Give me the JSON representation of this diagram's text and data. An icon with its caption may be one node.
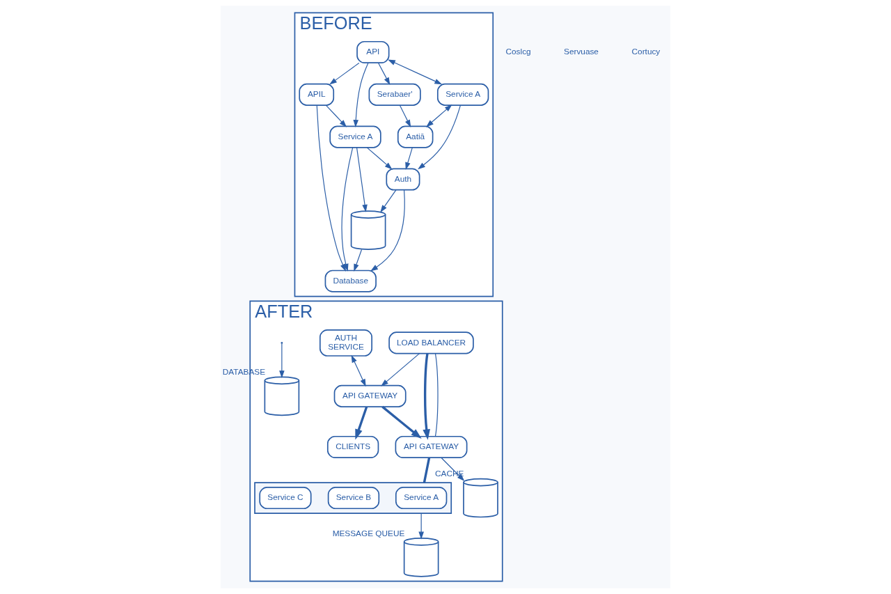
{
  "diagram": {
    "nodes": [
      {
        "text": [
          "BEFORE"
        ]
      },
      {
        "text": [
          "API"
        ],
        "in": 0
      },
      {
        "text": [
          "APIL"
        ],
        "in": 0
      },
      {
        "text": [
          "Database"
        ],
        "in": 0
      },
      {
        "text": [
          "Serabaer'"
        ],
        "in": 0
      },
      {
        "text": [
          "Service A"
        ],
        "in": 0
      },
      {
        "text": [
          "Service A"
        ],
        "in": 0
      },
      {
        "text": [
          "Aatiā"
        ],
        "in": 0
      },
      {
        "text": [
          "Auth"
        ],
        "in": 0
      },
      {
        "text": [],
        "shape": "cylinder",
        "in": 0
      },
      {
        "text": [
          "AFTER"
        ]
      },
      {
        "text": [
          "CLIENTS"
        ],
        "in": 10
      },
      {
        "text": [
          "API GATEWAY"
        ],
        "in": 10
      },
      {
        "text": [
          "LOAD BALANCER"
        ],
        "in": 10
      },
      {
        "text": [
          "API GATEWAY"
        ],
        "in": 10
      },
      {
        "text": [
          "AUTH",
          "SERVICE"
        ],
        "in": 10
      },
      {
        "text": [],
        "shape": "box",
        "in": 10
      },
      {
        "text": [
          "Service A"
        ],
        "in": 16
      },
      {
        "text": [
          "Service B"
        ],
        "in": 16
      },
      {
        "text": [
          "Service C"
        ],
        "in": 16
      },
      {
        "text": [],
        "shape": "cylinder",
        "beside": [
          "DATABASE"
        ],
        "in": 10
      },
      {
        "text": [],
        "shape": "cylinder",
        "beside": [
          "CACHE"
        ],
        "in": 10
      },
      {
        "text": [],
        "shape": "cylinder",
        "beside": [
          "MESSAGE QUEUE"
        ],
        "in": 10
      }
    ],
    "edges": [
      {
        "from": 1,
        "to": 2,
        "arrow": "to"
      },
      {
        "from": 2,
        "to": 3,
        "arrow": "to"
      },
      {
        "from": 1,
        "to": 4,
        "arrow": "to"
      },
      {
        "from": 1,
        "to": 5,
        "arrow": "both"
      },
      {
        "from": 1,
        "to": 6,
        "arrow": "to"
      },
      {
        "from": 2,
        "to": 6,
        "arrow": "to"
      },
      {
        "from": 6,
        "to": 3,
        "arrow": "to"
      },
      {
        "from": 5,
        "to": 7,
        "arrow": "both"
      },
      {
        "from": 4,
        "to": 7,
        "arrow": "to"
      },
      {
        "from": 7,
        "to": 8,
        "arrow": "to"
      },
      {
        "from": 6,
        "to": 8,
        "arrow": "to"
      },
      {
        "from": 5,
        "to": 8,
        "arrow": "to"
      },
      {
        "from": 8,
        "to": 9,
        "arrow": "to"
      },
      {
        "from": 6,
        "to": 9,
        "arrow": "to"
      },
      {
        "from": 9,
        "to": 3,
        "arrow": "to"
      },
      {
        "from": 8,
        "to": 3,
        "arrow": "to"
      },
      {
        "from": 12,
        "to": 11,
        "arrow": "to",
        "style": "thick"
      },
      {
        "from": 12,
        "to": 14,
        "arrow": "to",
        "style": "thick"
      },
      {
        "from": 13,
        "to": 14,
        "arrow": "to",
        "style": "thick"
      },
      {
        "from": 13,
        "to": 12,
        "arrow": "to"
      },
      {
        "from": 13,
        "to": 14,
        "arrow": "none"
      },
      {
        "from": 15,
        "to": 12,
        "arrow": "both"
      },
      {
        "from": 14,
        "to": 16,
        "arrow": "none",
        "style": "thick"
      },
      {
        "from": null,
        "to": 20,
        "arrow": "to"
      },
      {
        "from": 14,
        "to": 21,
        "arrow": "to"
      },
      {
        "from": 16,
        "to": 22,
        "arrow": "to"
      }
    ],
    "labels": [
      "Coslcg",
      "Servuase",
      "Cortucy"
    ]
  }
}
